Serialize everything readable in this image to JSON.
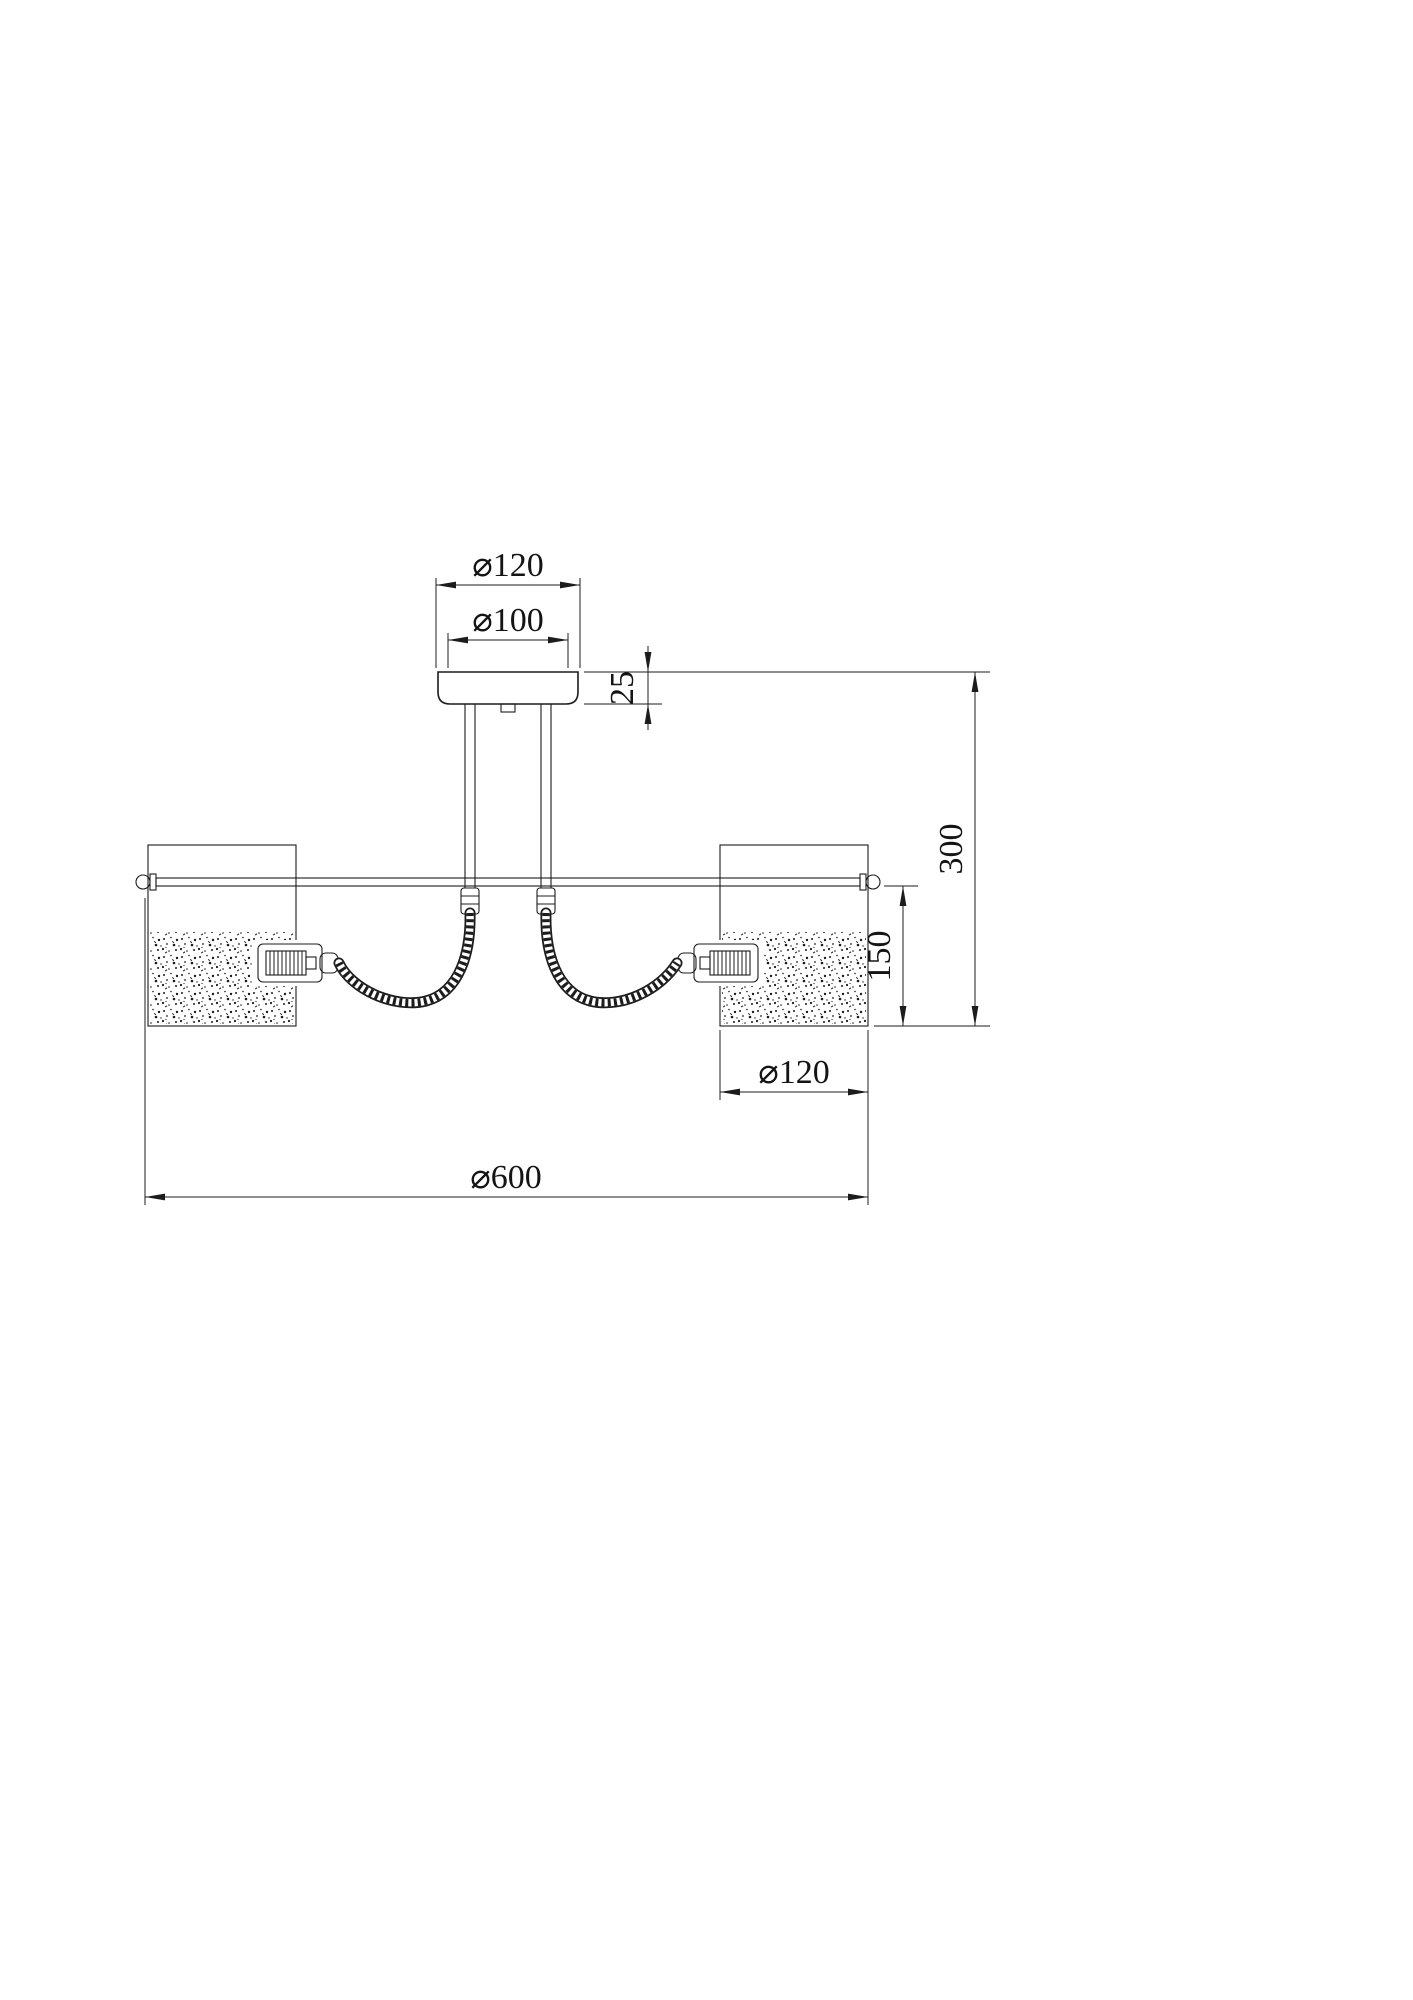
{
  "diagram": {
    "type": "technical-dimension-drawing",
    "subject": "two-arm ceiling lamp side elevation",
    "line_color": "#1c1c1c",
    "background_color": "#ffffff",
    "dimensions": {
      "canopy_outer_diameter": "⌀120",
      "canopy_inner_diameter": "⌀100",
      "canopy_height": "25",
      "overall_height": "300",
      "shade_drop": "150",
      "shade_diameter": "⌀120",
      "overall_width": "⌀600"
    }
  }
}
